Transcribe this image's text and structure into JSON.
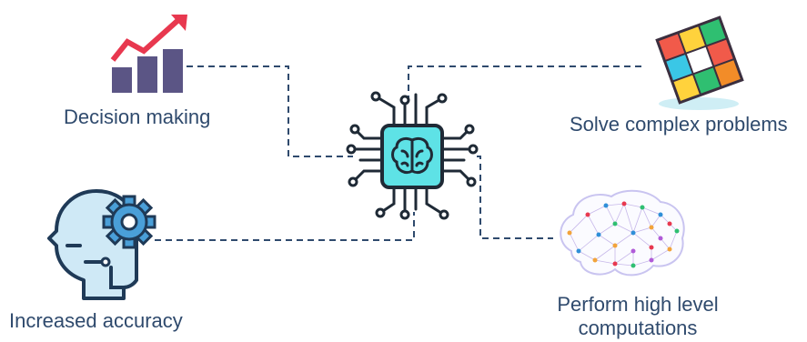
{
  "labels": {
    "decision": "Decision making",
    "solve": "Solve complex problems",
    "accuracy": "Increased accuracy",
    "perform_line1": "Perform high level",
    "perform_line2": "computations"
  },
  "icons": {
    "decision": "bar-chart-growth-icon",
    "solve": "rubiks-cube-icon",
    "center": "ai-brain-chip-icon",
    "accuracy": "head-gear-icon",
    "perform": "neural-network-brain-icon"
  },
  "colors": {
    "label_text": "#2f4a6d",
    "connector": "#2f4a6d",
    "chip_fill": "#5ee2e6",
    "accent_red": "#e8384f",
    "bar_purple": "#5b5585",
    "head_blue": "#78bfe6"
  }
}
